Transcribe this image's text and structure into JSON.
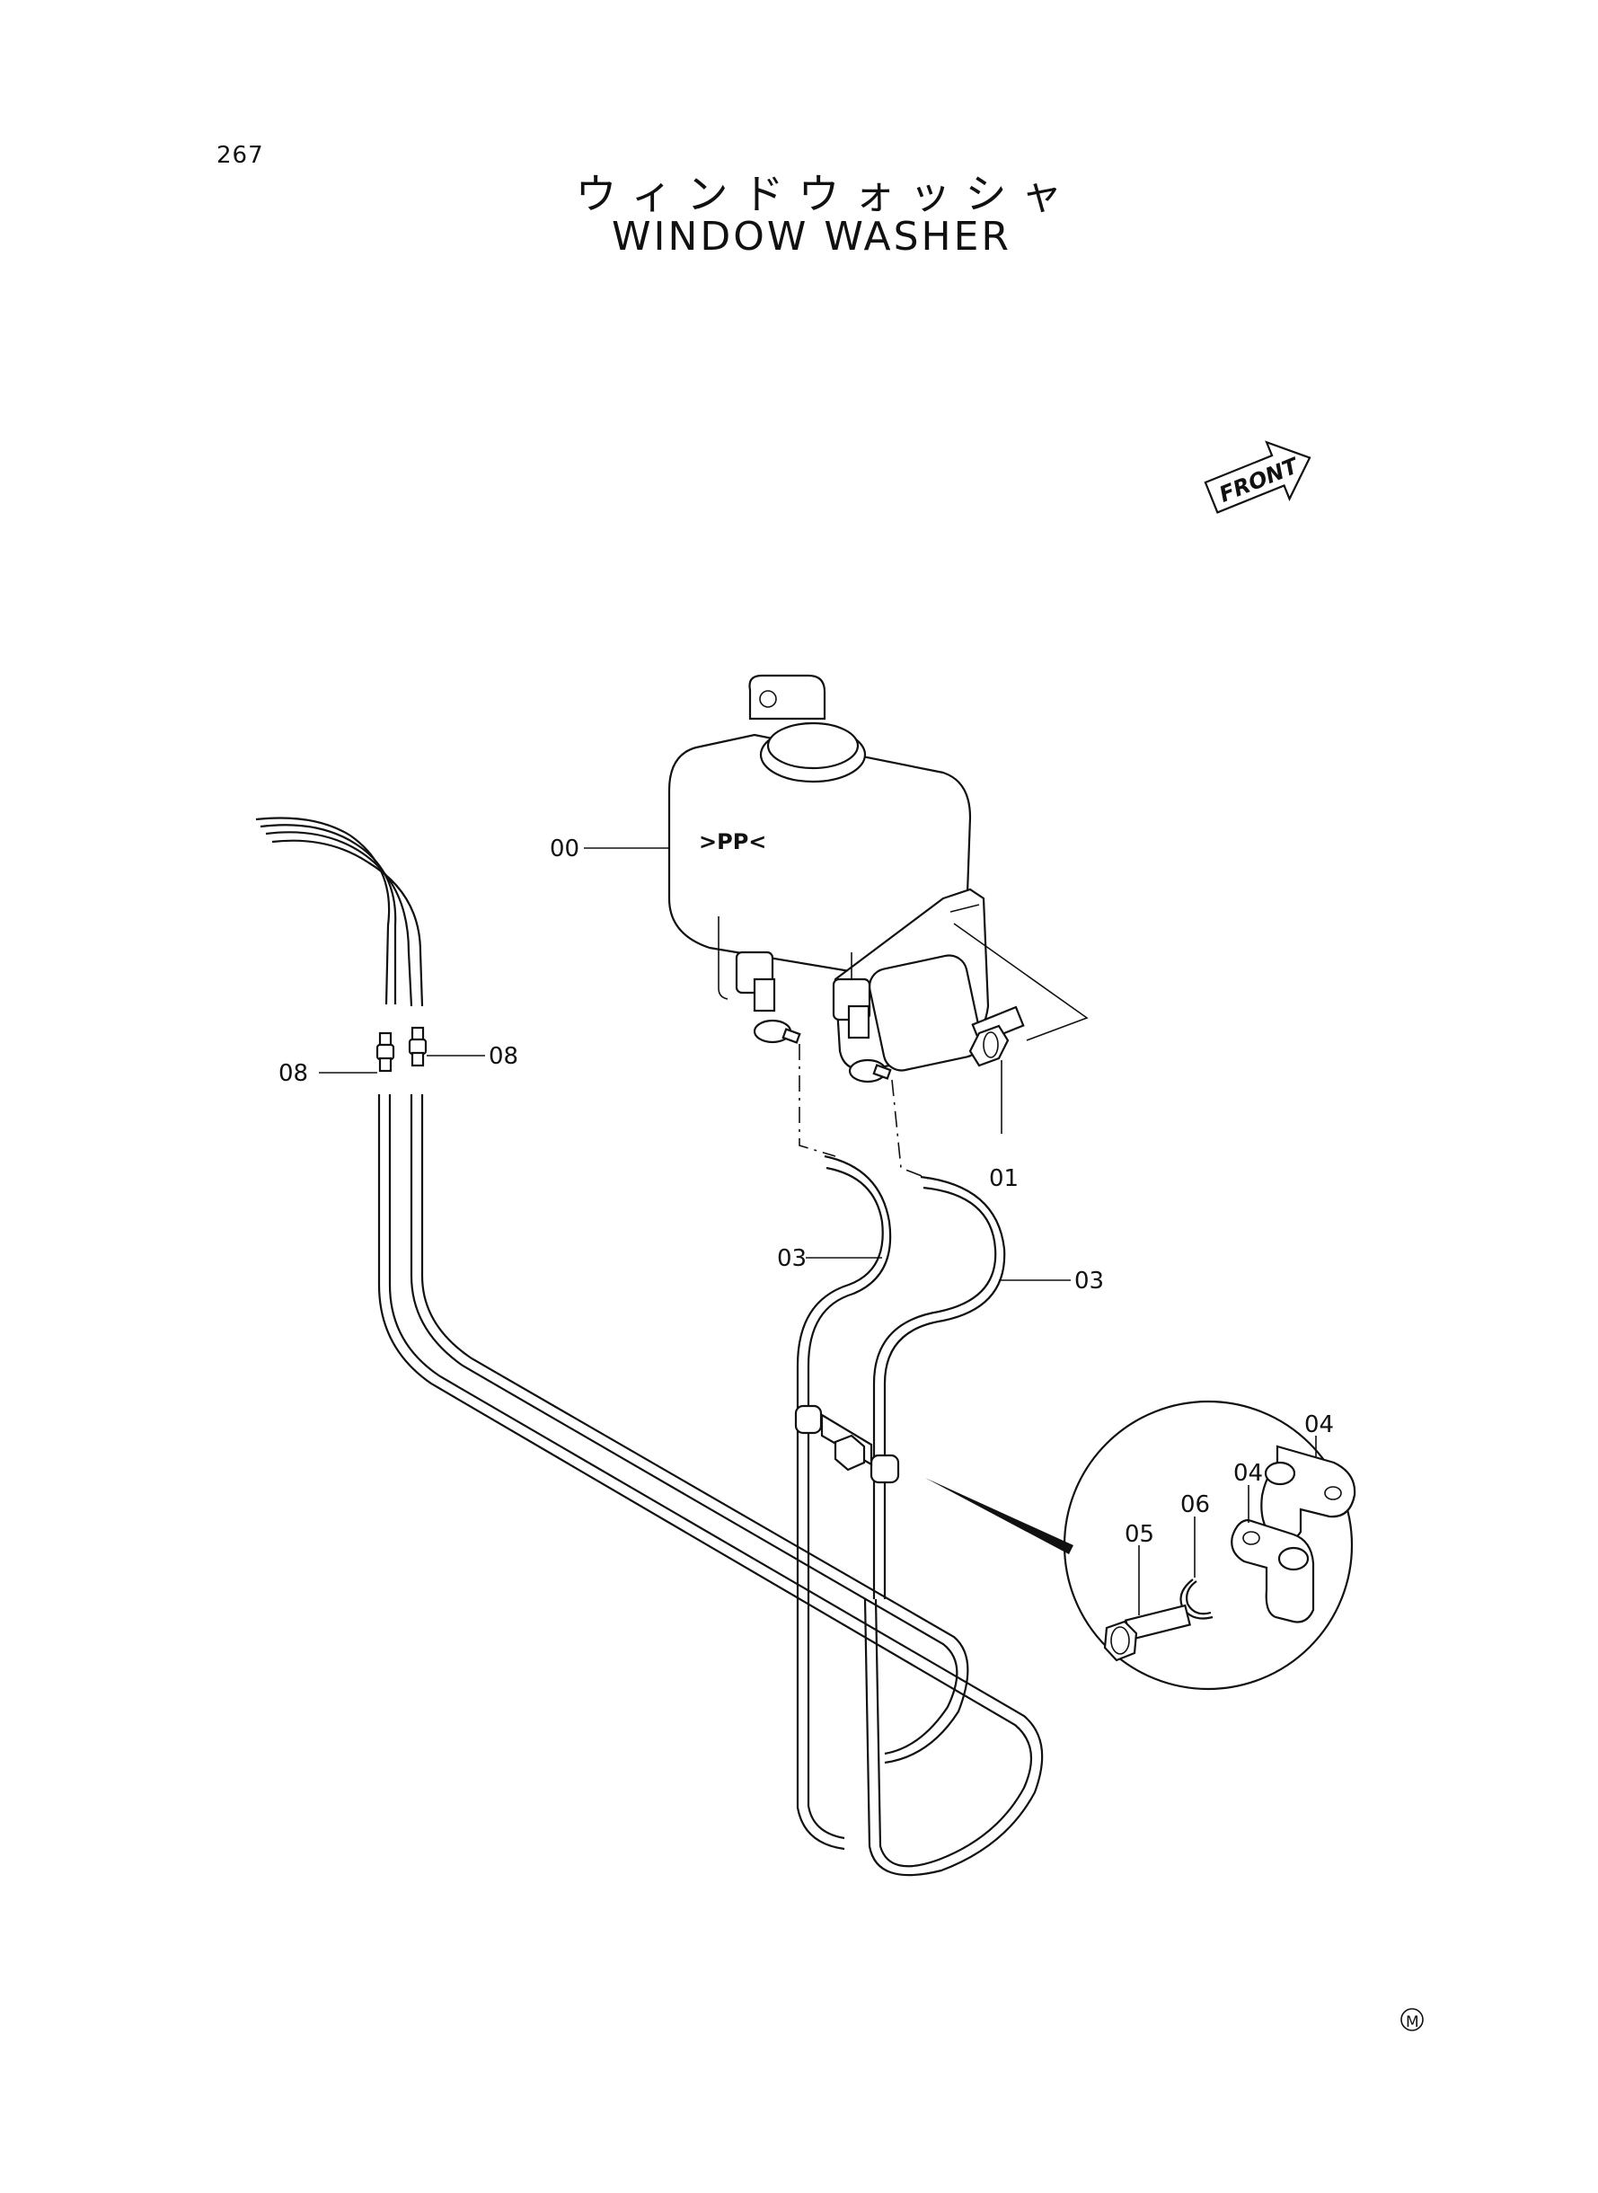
{
  "page_number": "267",
  "title_jp": "ウィンドウォッシャ",
  "title_en": "WINDOW WASHER",
  "front_arrow_label": "FRONT",
  "tank_marking": ">PP<",
  "callouts": {
    "tank": "00",
    "bolt": "01",
    "hose_left": "03",
    "hose_right": "03",
    "clamp_upper": "04",
    "clamp_lower": "04",
    "clamp_bolt": "05",
    "washer_ring": "06",
    "joint_left": "08",
    "joint_right": "08"
  },
  "corner_mark": "M",
  "icons": [
    "front-arrow-icon",
    "washer-tank",
    "tube-clamp-detail",
    "corner-mark-icon"
  ]
}
